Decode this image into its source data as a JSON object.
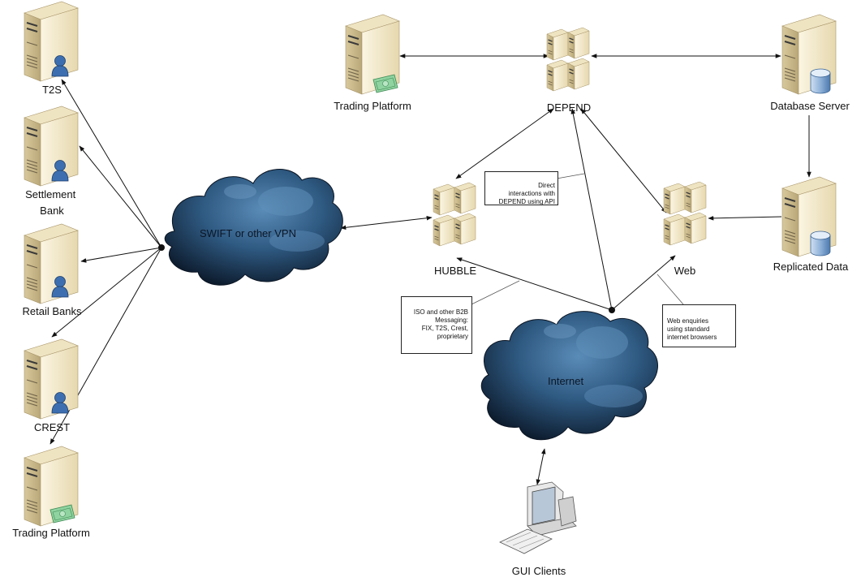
{
  "nodes": {
    "t2s": "T2S",
    "settlement_bank": "Settlement\nBank",
    "retail_banks": "Retail Banks",
    "crest": "CREST",
    "trading_platform_left": "Trading Platform",
    "trading_platform_top": "Trading Platform",
    "depend": "DEPEND",
    "database_server": "Database Server",
    "replicated_data": "Replicated Data",
    "hubble": "HUBBLE",
    "web": "Web",
    "gui_clients": "GUI Clients"
  },
  "clouds": {
    "swift": "SWIFT or other VPN",
    "internet": "Internet"
  },
  "notes": {
    "api": "Direct\ninteractions with\nDEPEND using API",
    "b2b": "ISO and other B2B\nMessaging:\nFIX, T2S, Crest,\nproprietary",
    "web": "Web enquiries\nusing standard\ninternet browsers"
  },
  "colors": {
    "server_light": "#f4ebcf",
    "server_dark": "#cdbf93",
    "cloud_dark": "#0d1a2c",
    "cloud_light": "#4f7fa8",
    "user_blue": "#3d6fb0",
    "money_green": "#7cc48e"
  }
}
